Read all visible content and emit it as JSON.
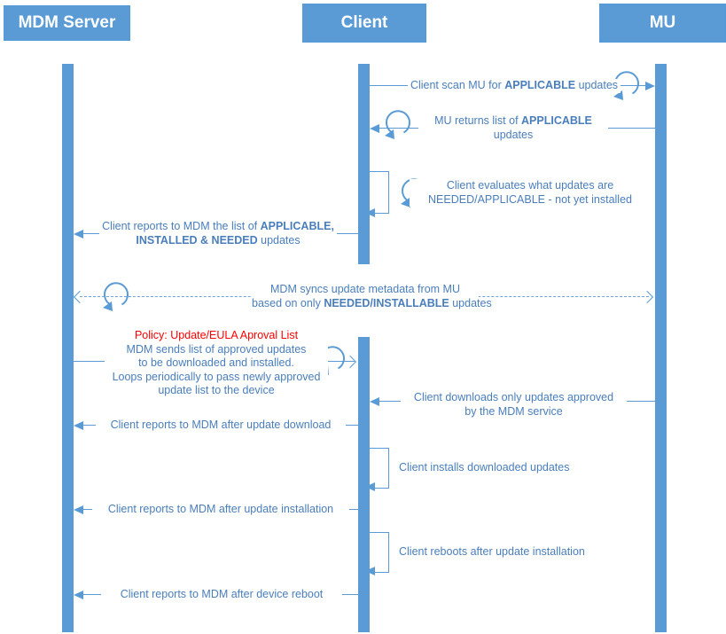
{
  "actors": [
    {
      "name": "MDM Server"
    },
    {
      "name": "Client"
    },
    {
      "name": "MU"
    }
  ],
  "colors": {
    "bar_blue": "#5B9BD5",
    "text_blue": "#4A7EBB",
    "policy_red": "#FF0000",
    "background": "#FFFFFF"
  },
  "messages": [
    {
      "id": "scan",
      "from": "Client",
      "to": "MU",
      "style": "solid-arrow",
      "lines": [
        [
          {
            "t": "Client scan MU for "
          },
          {
            "t": "APPLICABLE",
            "b": true
          },
          {
            "t": " updates"
          }
        ]
      ]
    },
    {
      "id": "return-applicable",
      "from": "MU",
      "to": "Client",
      "style": "solid-arrow",
      "lines": [
        [
          {
            "t": "MU returns list of "
          },
          {
            "t": "APPLICABLE",
            "b": true
          }
        ],
        [
          {
            "t": "updates"
          }
        ]
      ]
    },
    {
      "id": "evaluate",
      "from": "Client",
      "to": "Client",
      "style": "self-loop",
      "lines": [
        [
          {
            "t": "Client evaluates what updates are"
          }
        ],
        [
          {
            "t": "NEEDED/APPLICABLE - not yet installed"
          }
        ]
      ]
    },
    {
      "id": "report-lists",
      "from": "Client",
      "to": "MDM Server",
      "style": "solid-arrow",
      "lines": [
        [
          {
            "t": "Client reports to MDM the list of "
          },
          {
            "t": "APPLICABLE,",
            "b": true
          }
        ],
        [
          {
            "t": "INSTALLED & NEEDED",
            "b": true
          },
          {
            "t": " updates"
          }
        ]
      ]
    },
    {
      "id": "sync-metadata",
      "from": "MDM Server",
      "to": "MU",
      "style": "dashed-bidirectional",
      "lines": [
        [
          {
            "t": "MDM syncs update metadata from MU"
          }
        ],
        [
          {
            "t": "based on only "
          },
          {
            "t": "NEEDED/INSTALLABLE",
            "b": true
          },
          {
            "t": " updates"
          }
        ]
      ]
    },
    {
      "id": "approved-list",
      "from": "MDM Server",
      "to": "Client",
      "style": "solid-open-arrow",
      "lines": [
        [
          {
            "t": "Policy: Update/EULA Aproval List",
            "red": true
          }
        ],
        [
          {
            "t": "MDM sends list of approved updates"
          }
        ],
        [
          {
            "t": "to be downloaded and installed."
          }
        ],
        [
          {
            "t": "Loops periodically to pass newly approved"
          }
        ],
        [
          {
            "t": "update list to the device"
          }
        ]
      ]
    },
    {
      "id": "download",
      "from": "MU",
      "to": "Client",
      "style": "solid-arrow",
      "lines": [
        [
          {
            "t": "Client downloads only updates approved"
          }
        ],
        [
          {
            "t": "by the MDM service"
          }
        ]
      ]
    },
    {
      "id": "report-download",
      "from": "Client",
      "to": "MDM Server",
      "style": "solid-arrow",
      "lines": [
        [
          {
            "t": "Client reports to MDM after update download"
          }
        ]
      ]
    },
    {
      "id": "install",
      "from": "Client",
      "to": "Client",
      "style": "self-loop",
      "lines": [
        [
          {
            "t": "Client installs downloaded updates"
          }
        ]
      ]
    },
    {
      "id": "report-install",
      "from": "Client",
      "to": "MDM Server",
      "style": "solid-arrow",
      "lines": [
        [
          {
            "t": "Client reports to MDM after update installation"
          }
        ]
      ]
    },
    {
      "id": "reboot",
      "from": "Client",
      "to": "Client",
      "style": "self-loop",
      "lines": [
        [
          {
            "t": "Client reboots after update installation"
          }
        ]
      ]
    },
    {
      "id": "report-reboot",
      "from": "Client",
      "to": "MDM Server",
      "style": "solid-arrow",
      "lines": [
        [
          {
            "t": "Client reports to MDM after device reboot"
          }
        ]
      ]
    }
  ]
}
